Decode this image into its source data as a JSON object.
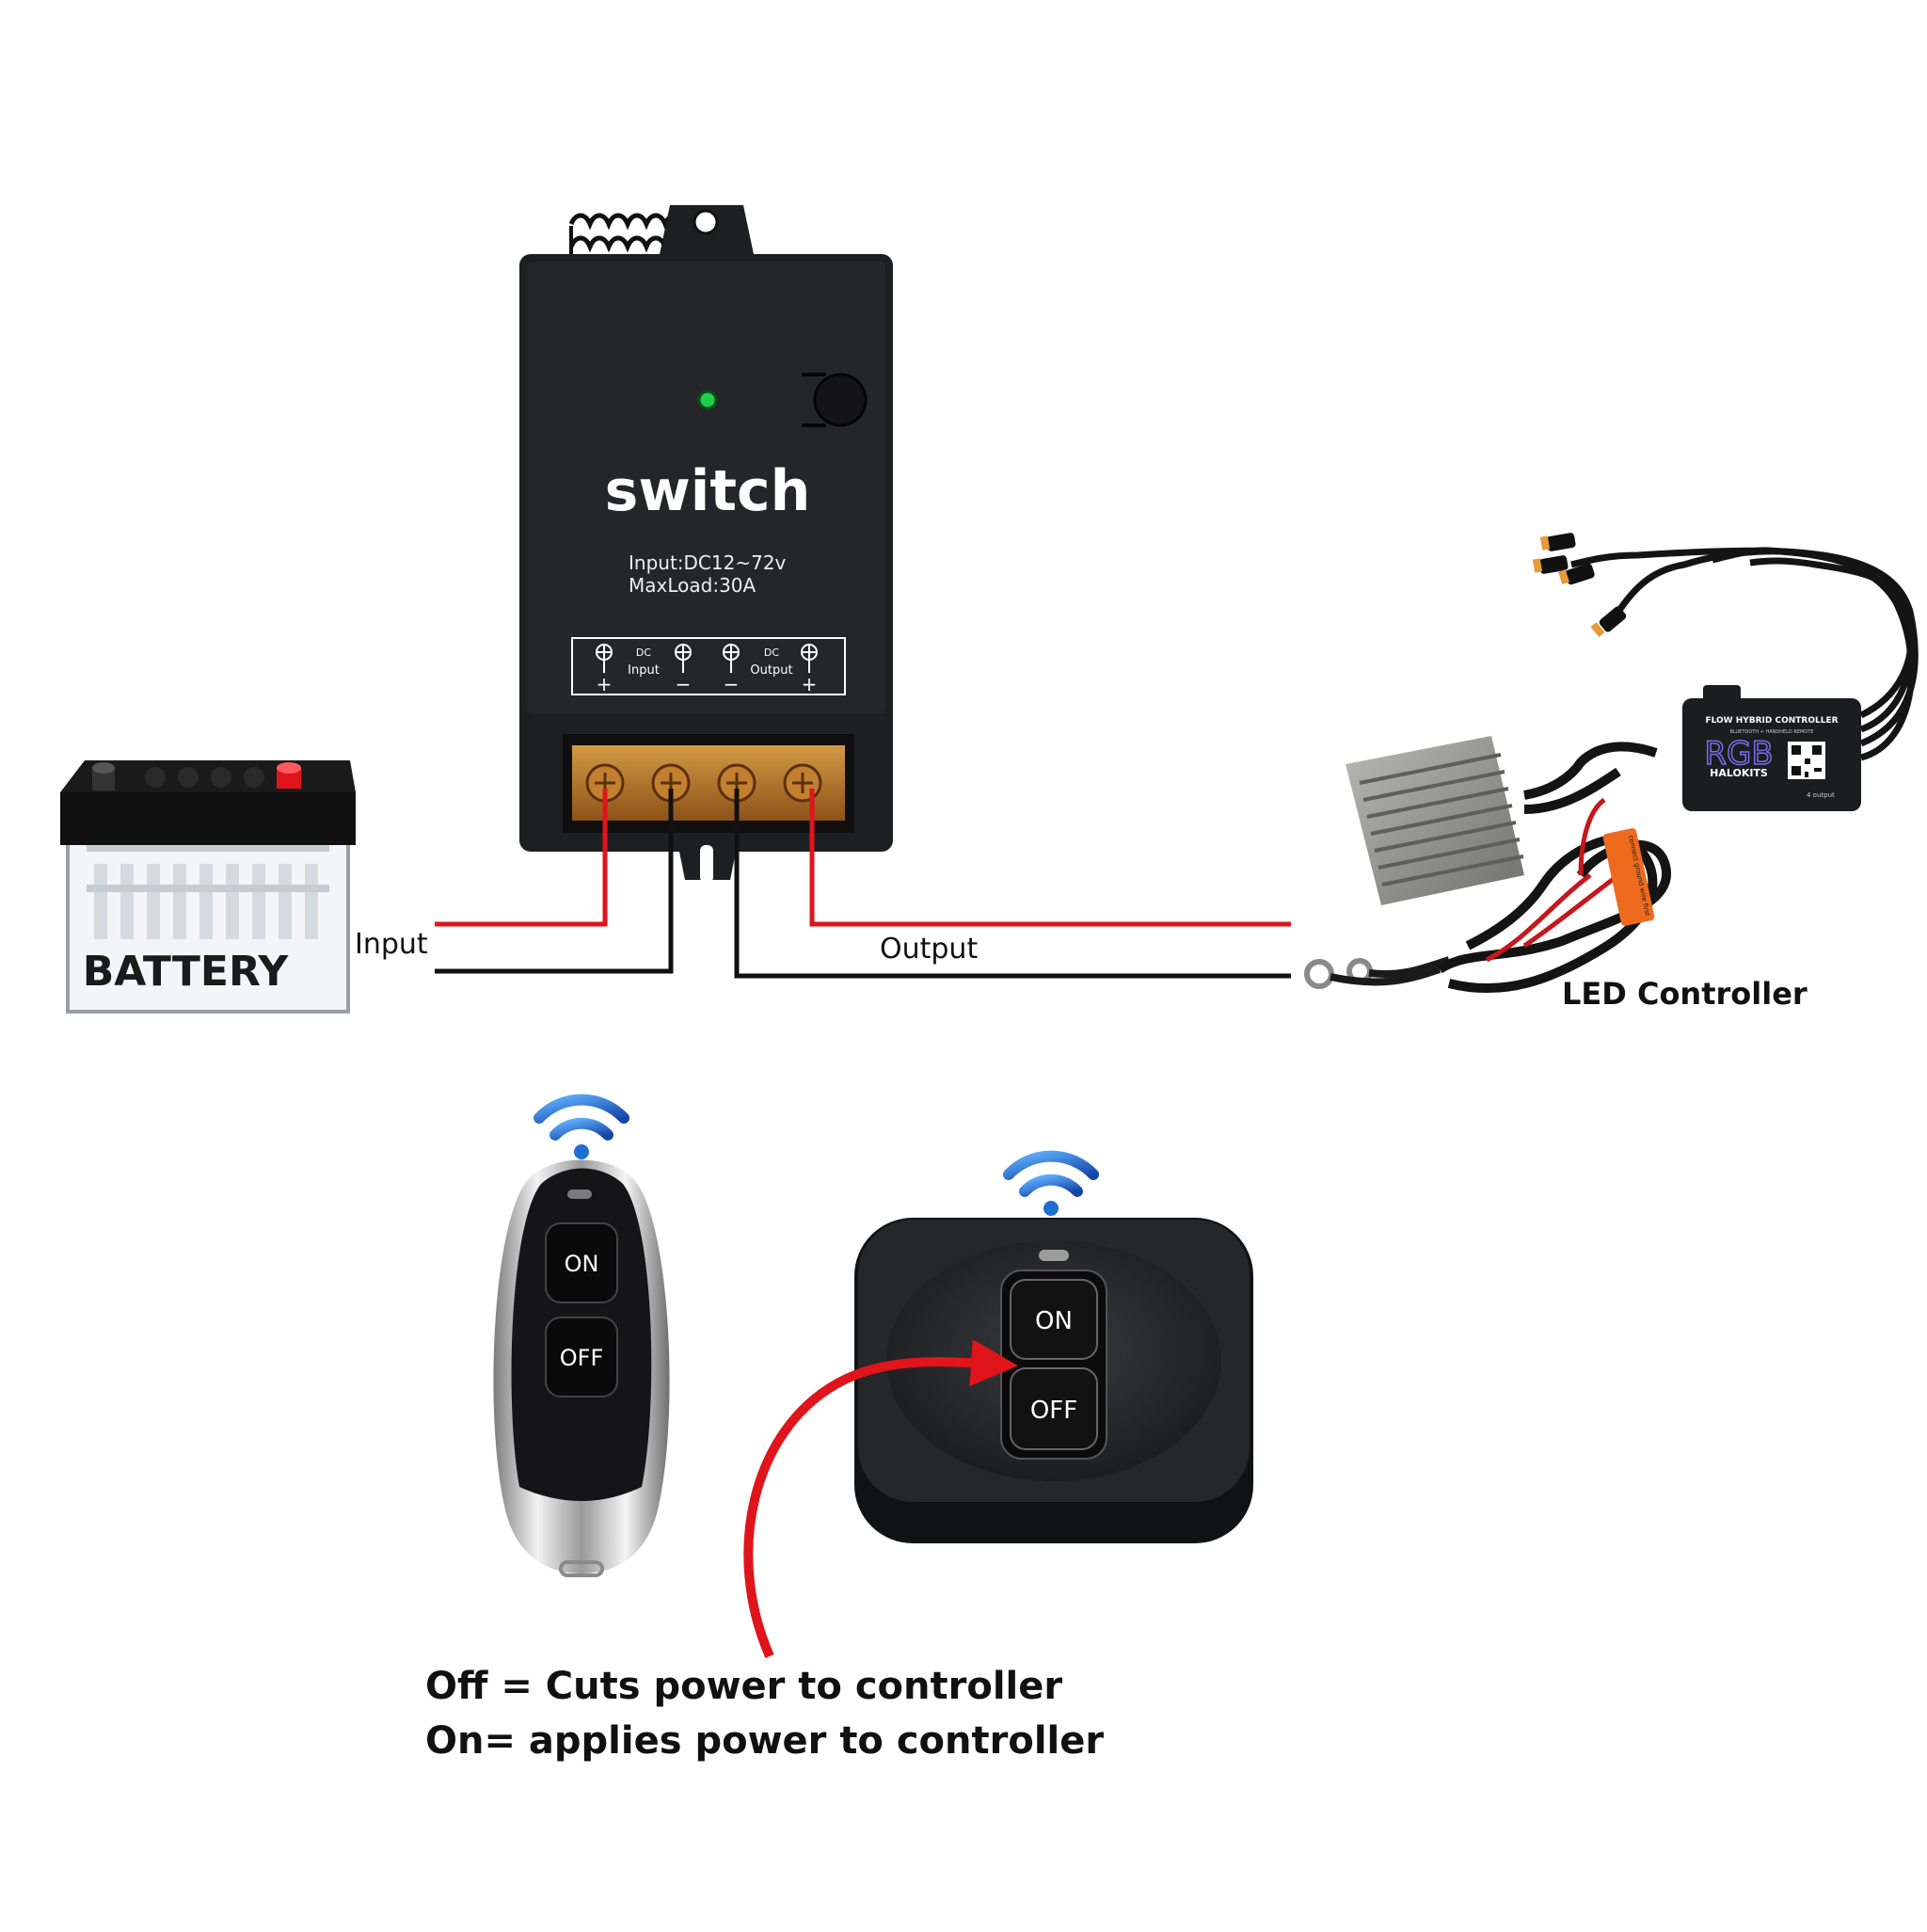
{
  "switch_module": {
    "title": "switch",
    "spec_input": "Input:DC12~72v",
    "spec_maxload": "MaxLoad:30A",
    "terminal_dc_left": "DC",
    "terminal_input": "Input",
    "terminal_dc_right": "DC",
    "terminal_output": "Output",
    "sign_plus": "+",
    "sign_minus": "−"
  },
  "battery": {
    "label": "BATTERY"
  },
  "wires": {
    "input_label": "Input",
    "output_label": "Output",
    "positive_color": "#e0141b",
    "negative_color": "#111111"
  },
  "led_controller": {
    "label": "LED Controller",
    "box_line1": "FLOW HYBRID CONTROLLER",
    "box_line2": "BLUETOOTH + HANDHELD REMOTE",
    "brand_rgb": "RGB",
    "brand_name": "HALOKITS",
    "box_output": "4 output",
    "tag_text": "connect ground wire first"
  },
  "keyfob_remote": {
    "on_label": "ON",
    "off_label": "OFF",
    "signal_icon": "wifi-signal-icon"
  },
  "wall_remote": {
    "on_label": "ON",
    "off_label": "OFF",
    "signal_icon": "wifi-signal-icon"
  },
  "notes": {
    "off_line": "Off = Cuts power to controller",
    "on_line": "On= applies power to controller"
  },
  "colors": {
    "accent_red": "#e0141b",
    "signal_blue": "#1f6fd1",
    "module_black": "#1e1f22",
    "terminal_brass": "#b8742a"
  }
}
